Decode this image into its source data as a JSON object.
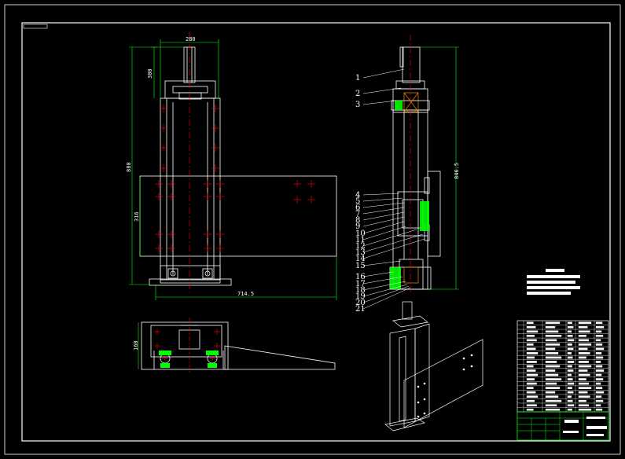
{
  "colors": {
    "background": "#000000",
    "outline": "#ffffff",
    "dimension": "#00ff00",
    "centerline": "#ff0000",
    "hatch": "#00ff00",
    "title_block": "#00ff00"
  },
  "front_view": {
    "dim_top_width": "280",
    "dim_upper_height": "300",
    "dim_total_height": "880",
    "dim_plate_height": "316",
    "dim_bottom_width": "714.5"
  },
  "side_view": {
    "dim_height": "846.5",
    "part_numbers": [
      "1",
      "2",
      "3",
      "4",
      "5",
      "6",
      "7",
      "8",
      "9",
      "10",
      "11",
      "12",
      "13",
      "14",
      "15",
      "16",
      "17",
      "18",
      "19",
      "20",
      "21"
    ]
  },
  "top_view": {
    "dim_height": "160"
  }
}
